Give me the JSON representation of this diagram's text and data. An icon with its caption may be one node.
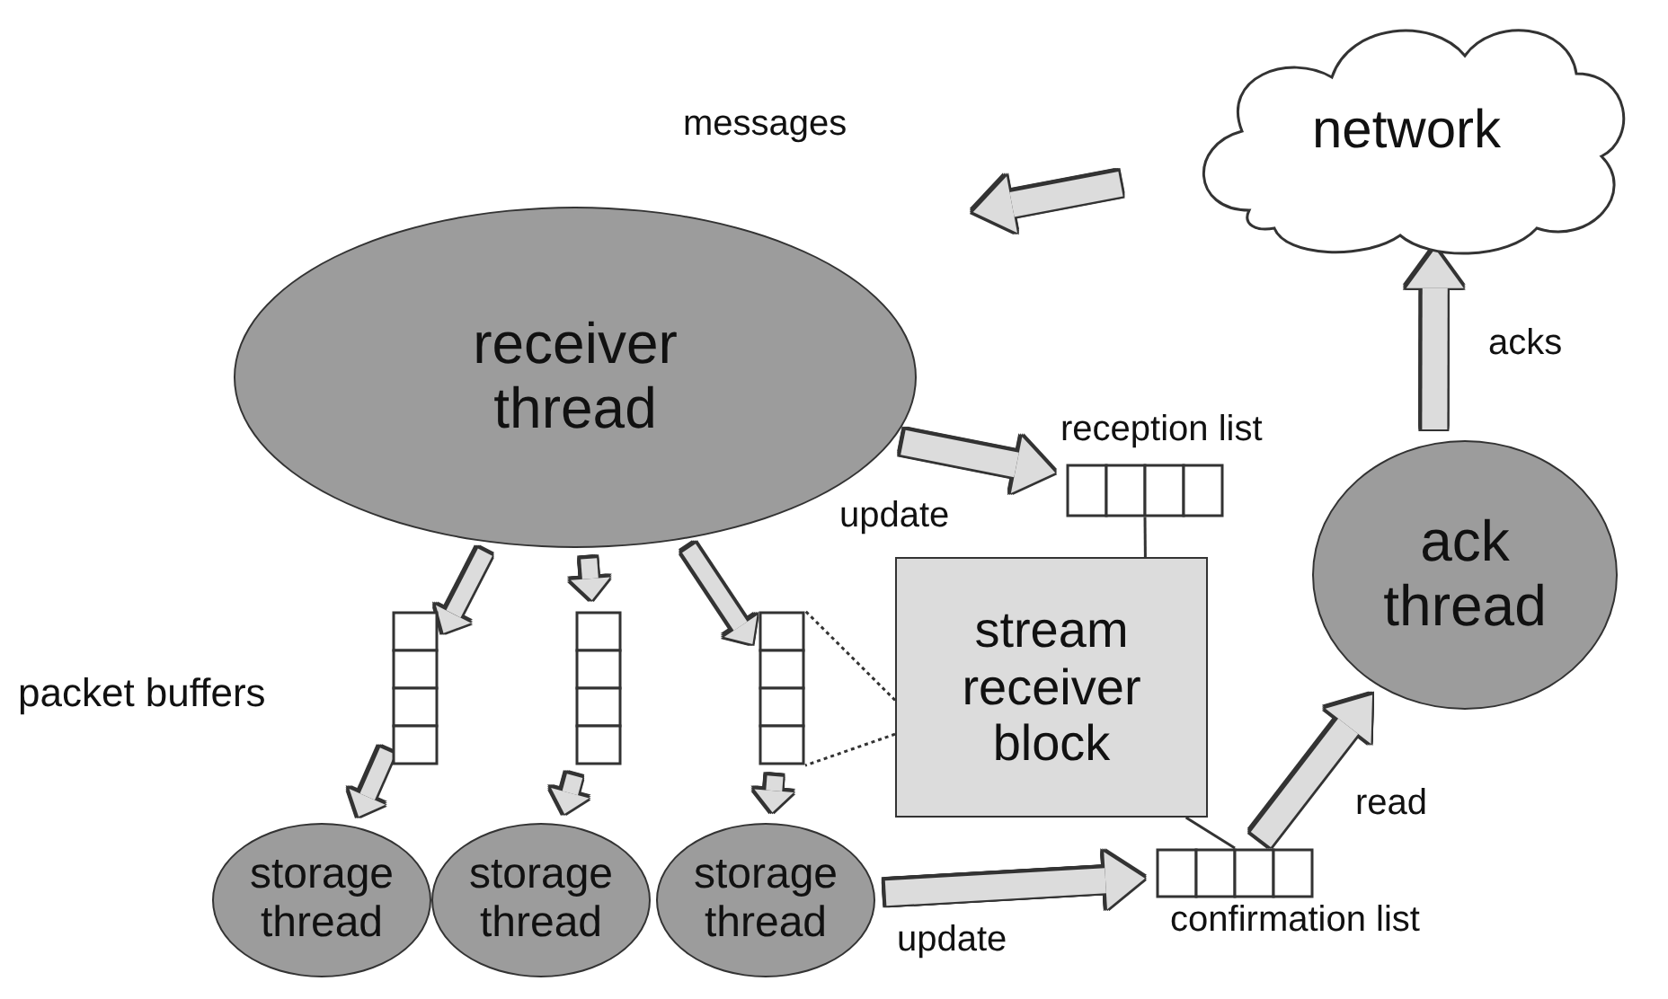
{
  "diagram": {
    "nodes": [
      {
        "text": [
          "network"
        ]
      },
      {
        "text": [
          "receiver thread"
        ]
      },
      {
        "text": [
          "reception list"
        ]
      },
      {
        "text": [
          "ack thread"
        ]
      },
      {
        "text": [],
        "shape": "bar"
      },
      {
        "text": [],
        "shape": "bar"
      },
      {
        "text": [],
        "shape": "bar"
      },
      {
        "text": [
          "stream receiver block"
        ]
      },
      {
        "text": [
          "storage thread"
        ]
      },
      {
        "text": [
          "storage thread"
        ]
      },
      {
        "text": [
          "storage thread"
        ]
      },
      {
        "text": [
          "confirmation list"
        ]
      }
    ],
    "edges": [
      {
        "from": 0,
        "to": 1,
        "arrow": "to",
        "label": "messages"
      },
      {
        "from": 3,
        "to": 0,
        "arrow": "to",
        "label": "acks"
      },
      {
        "from": 1,
        "to": 2,
        "arrow": "to",
        "label": "update"
      },
      {
        "from": 1,
        "to": 4,
        "arrow": "to"
      },
      {
        "from": 1,
        "to": 5,
        "arrow": "to"
      },
      {
        "from": 1,
        "to": 6,
        "arrow": "to"
      },
      {
        "from": 4,
        "to": 8,
        "arrow": "to"
      },
      {
        "from": 5,
        "to": 9,
        "arrow": "to"
      },
      {
        "from": 6,
        "to": 10,
        "arrow": "to"
      },
      {
        "from": 2,
        "to": 7,
        "arrow": "none",
        "color": "#333333"
      },
      {
        "from": 7,
        "to": 6,
        "arrow": "none",
        "style": "dashed",
        "color": "#333333"
      },
      {
        "from": 7,
        "to": 6,
        "arrow": "none",
        "style": "dashed",
        "color": "#333333"
      },
      {
        "from": 7,
        "to": 11,
        "arrow": "none",
        "color": "#333333"
      },
      {
        "from": 10,
        "to": 11,
        "arrow": "to",
        "label": "update"
      },
      {
        "from": 11,
        "to": 3,
        "arrow": "to",
        "label": "read"
      }
    ],
    "labels": [
      "packet buffers"
    ]
  }
}
